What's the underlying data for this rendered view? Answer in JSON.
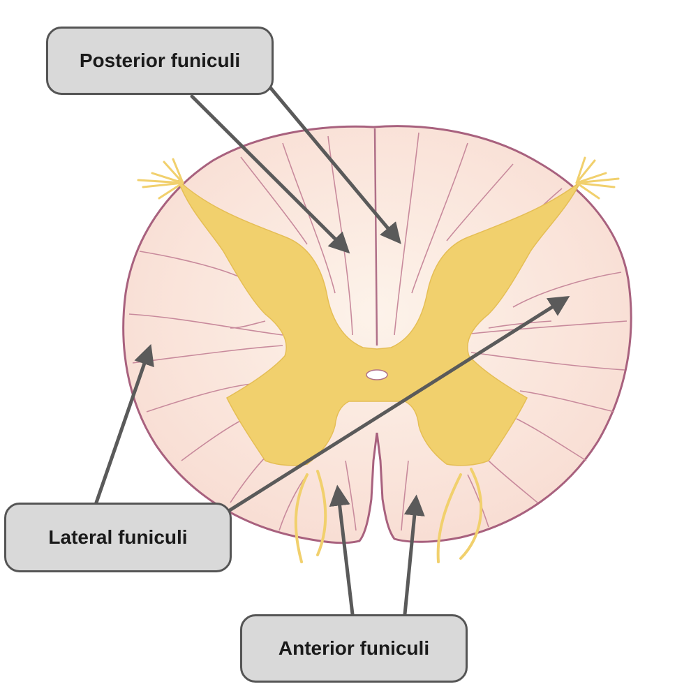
{
  "labels": {
    "posterior": "Posterior funiculi",
    "lateral": "Lateral funiculi",
    "anterior": "Anterior funiculi"
  },
  "colors": {
    "white_matter": "#fbe6de",
    "outline": "#a8617e",
    "grey_matter": "#f1d06d",
    "label_fill": "#d9d9d9",
    "label_border": "#555555",
    "arrow": "#5a5a5a"
  }
}
